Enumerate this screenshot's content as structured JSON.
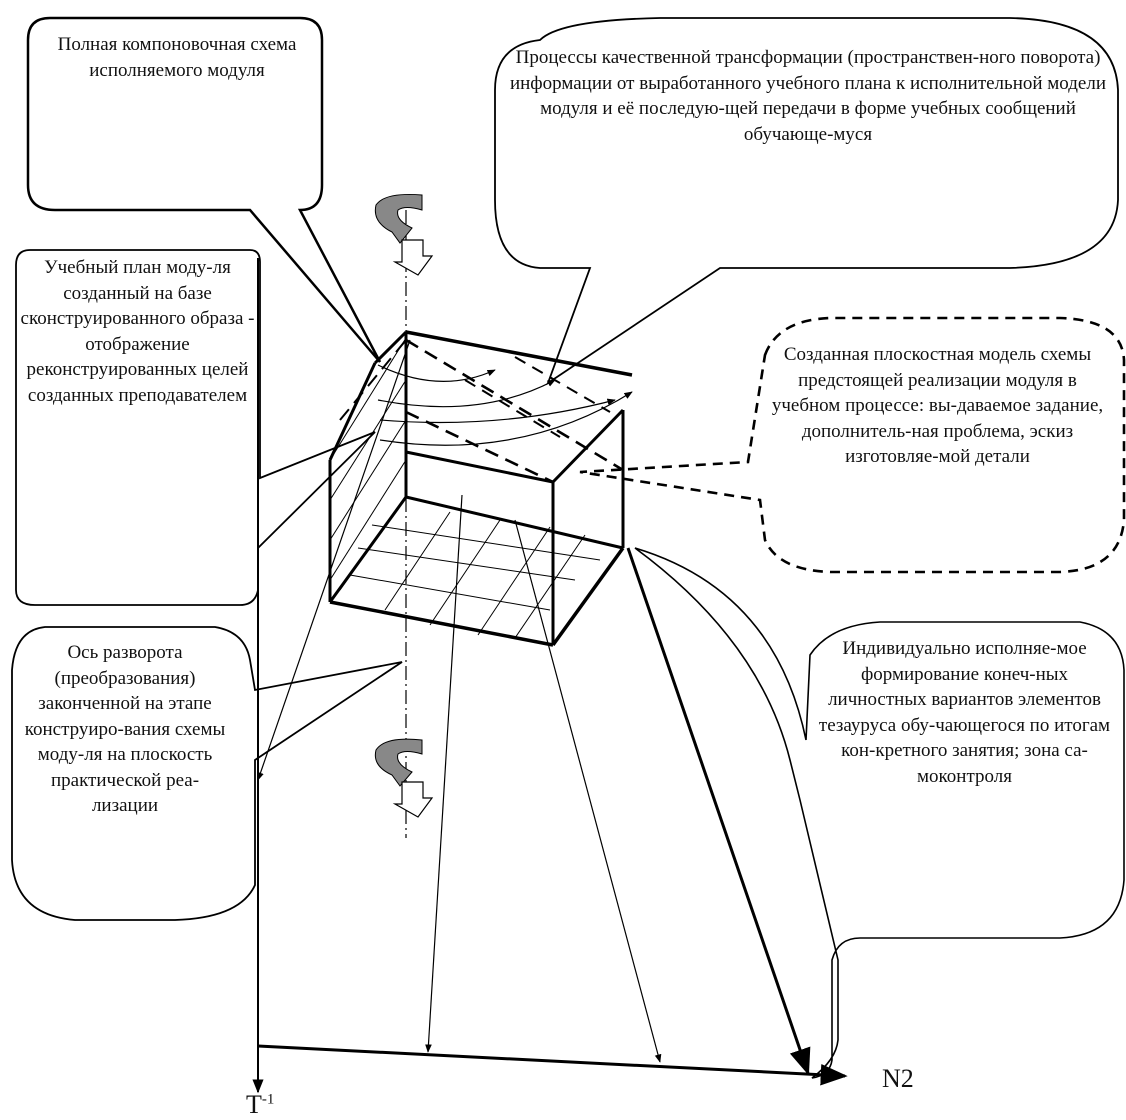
{
  "callouts": {
    "full_scheme": "Полная компоновочная схема исполняемого модуля",
    "transformation": "Процессы качественной трансформации (пространствен-ного поворота) информации от выработанного учебного плана к исполнительной модели модуля и её последую-щей передачи в форме учебных сообщений обучающе-муся",
    "study_plan": "Учебный план моду-ля созданный на базе сконструированного образа - отображение реконструированных целей созданных преподавателем",
    "planar_model": "Созданная плоскостная модель схемы предстоящей реализации модуля в учебном процессе: вы-даваемое задание, дополнитель-ная проблема, эскиз изготовляе-мой детали",
    "rotation_axis": "Ось разворота (преобразования) законченной на этапе конструиро-вания схемы моду-ля на плоскость практической реа-лизации",
    "individual": "Индивидуально исполняе-мое формирование конеч-ных личностных вариантов элементов тезауруса обу-чающегося по итогам кон-кретного занятия; зона са-моконтроля"
  },
  "axes": {
    "vertical_base": "T",
    "vertical_exp": "-1",
    "horizontal": "N2"
  }
}
